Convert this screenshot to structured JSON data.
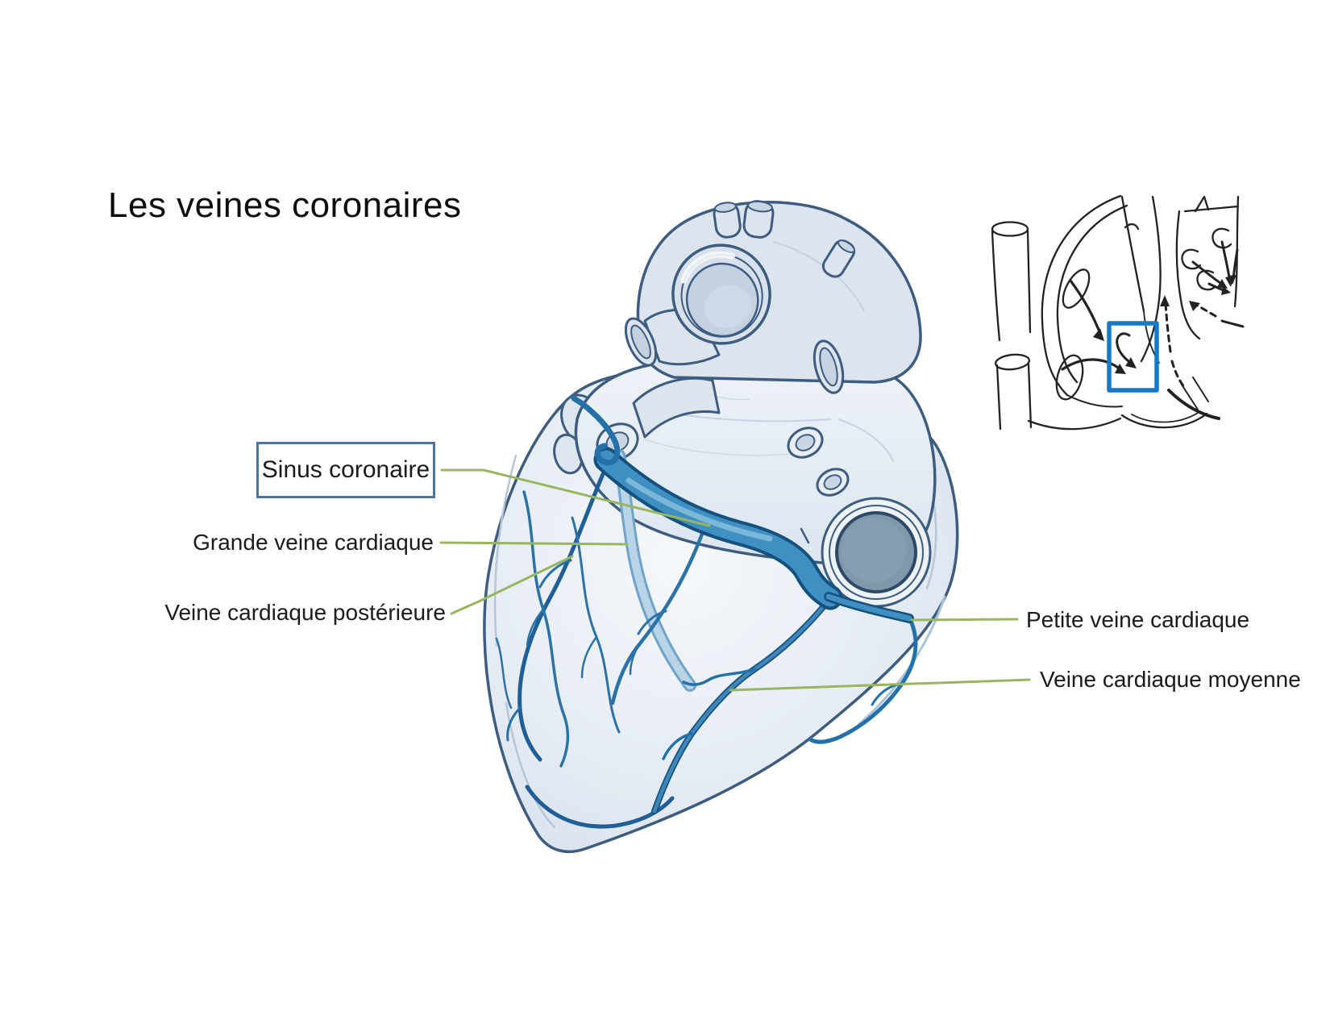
{
  "slide": {
    "title": "Les veines coronaires"
  },
  "labels": {
    "sinus_coronaire": "Sinus coronaire",
    "grande_veine_cardiaque": "Grande veine cardiaque",
    "veine_cardiaque_posterieure": "Veine cardiaque postérieure",
    "petite_veine_cardiaque": "Petite veine cardiaque",
    "veine_cardiaque_moyenne": "Veine cardiaque moyenne"
  },
  "colors": {
    "leader_line": "#9ab561",
    "label_box_border": "#4d74a5",
    "inset_highlight_box": "#1878c8",
    "vein_blue": "#2470ab",
    "vein_dark": "#17517f",
    "sinus_blue": "#3f8fc3",
    "heart_fill": "#e2e9f2",
    "heart_outline": "#3d5c80",
    "ivc_opening_fill": "#7f98ac",
    "text_color": "#1b1b1b"
  }
}
